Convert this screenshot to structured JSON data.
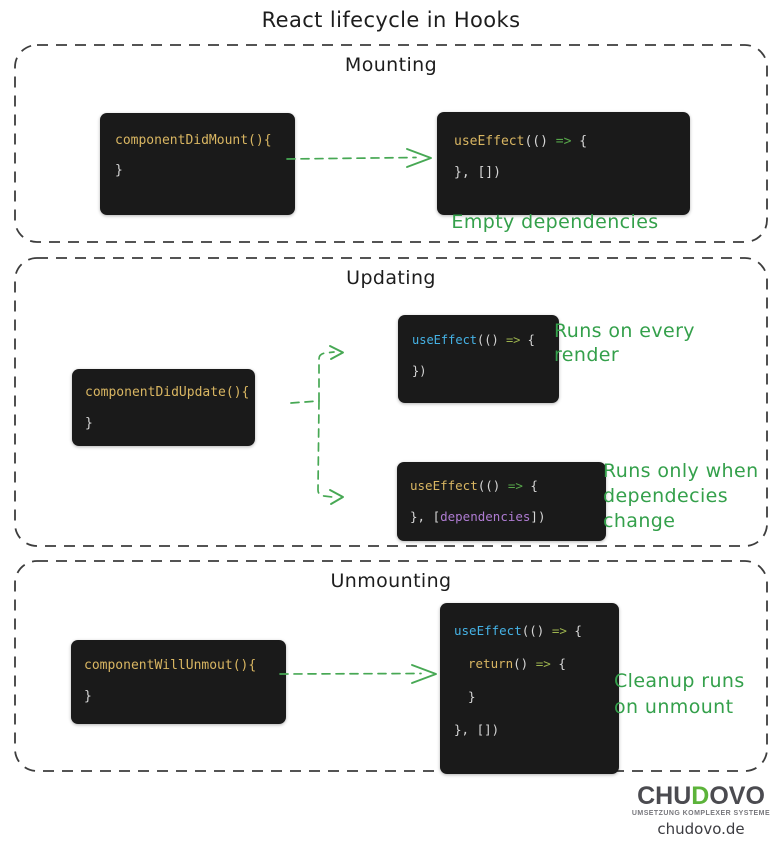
{
  "title": "React lifecycle in Hooks",
  "colors": {
    "annotation_green": "#34a04b",
    "arrow_green": "#47a854",
    "code_bg": "#1a1a1a",
    "code_plain": "#d6d6d6",
    "code_yellow": "#d9b662",
    "code_blue": "#45b2e5",
    "code_operator_green": "#57a64a",
    "code_operator_olive": "#9db44e",
    "code_purple": "#ae7bd1",
    "section_border": "#3d3d3d",
    "heading_dark": "#1d1d1d",
    "logo_dark": "#4b4b50",
    "logo_green": "#5cb33a",
    "logo_gray": "#77777c"
  },
  "sections": {
    "mounting": {
      "header": "Mounting",
      "class_code": [
        "componentDidMount(){",
        "}"
      ],
      "hook": {
        "fn": "useEffect",
        "args": "(() ",
        "arrow": "=>",
        "open": " {",
        "close": "}, [])"
      },
      "caption": "Empty dependencies"
    },
    "updating": {
      "header": "Updating",
      "class_code": [
        "componentDidUpdate(){",
        "}"
      ],
      "hook_every": {
        "fn": "useEffect",
        "args": "(() ",
        "arrow": "=>",
        "open": " {",
        "close": "})"
      },
      "caption_every": [
        "Runs on every",
        "render"
      ],
      "hook_deps": {
        "fn": "useEffect",
        "args": "(() ",
        "arrow": "=>",
        "open": " {",
        "close_pre": "}, [",
        "close_dep": "dependencies",
        "close_post": "])"
      },
      "caption_deps": [
        "Runs only when",
        "dependecies",
        "change"
      ]
    },
    "unmounting": {
      "header": "Unmounting",
      "class_code": [
        "componentWillUnmout(){",
        "}"
      ],
      "hook": {
        "fn": "useEffect",
        "args": "(() ",
        "arrow": "=>",
        "open": " {",
        "ret_fn": "return",
        "ret_args": "() ",
        "ret_arrow": "=>",
        "ret_open": " {",
        "ret_close": "}",
        "close": "}, [])"
      },
      "caption": [
        "Cleanup runs",
        "on unmount"
      ]
    }
  },
  "logo": {
    "brand_prefix": "CHU",
    "brand_d": "D",
    "brand_suffix": "OVO",
    "tagline": "UMSETZUNG KOMPLEXER SYSTEME",
    "site": "chudovo.de"
  }
}
